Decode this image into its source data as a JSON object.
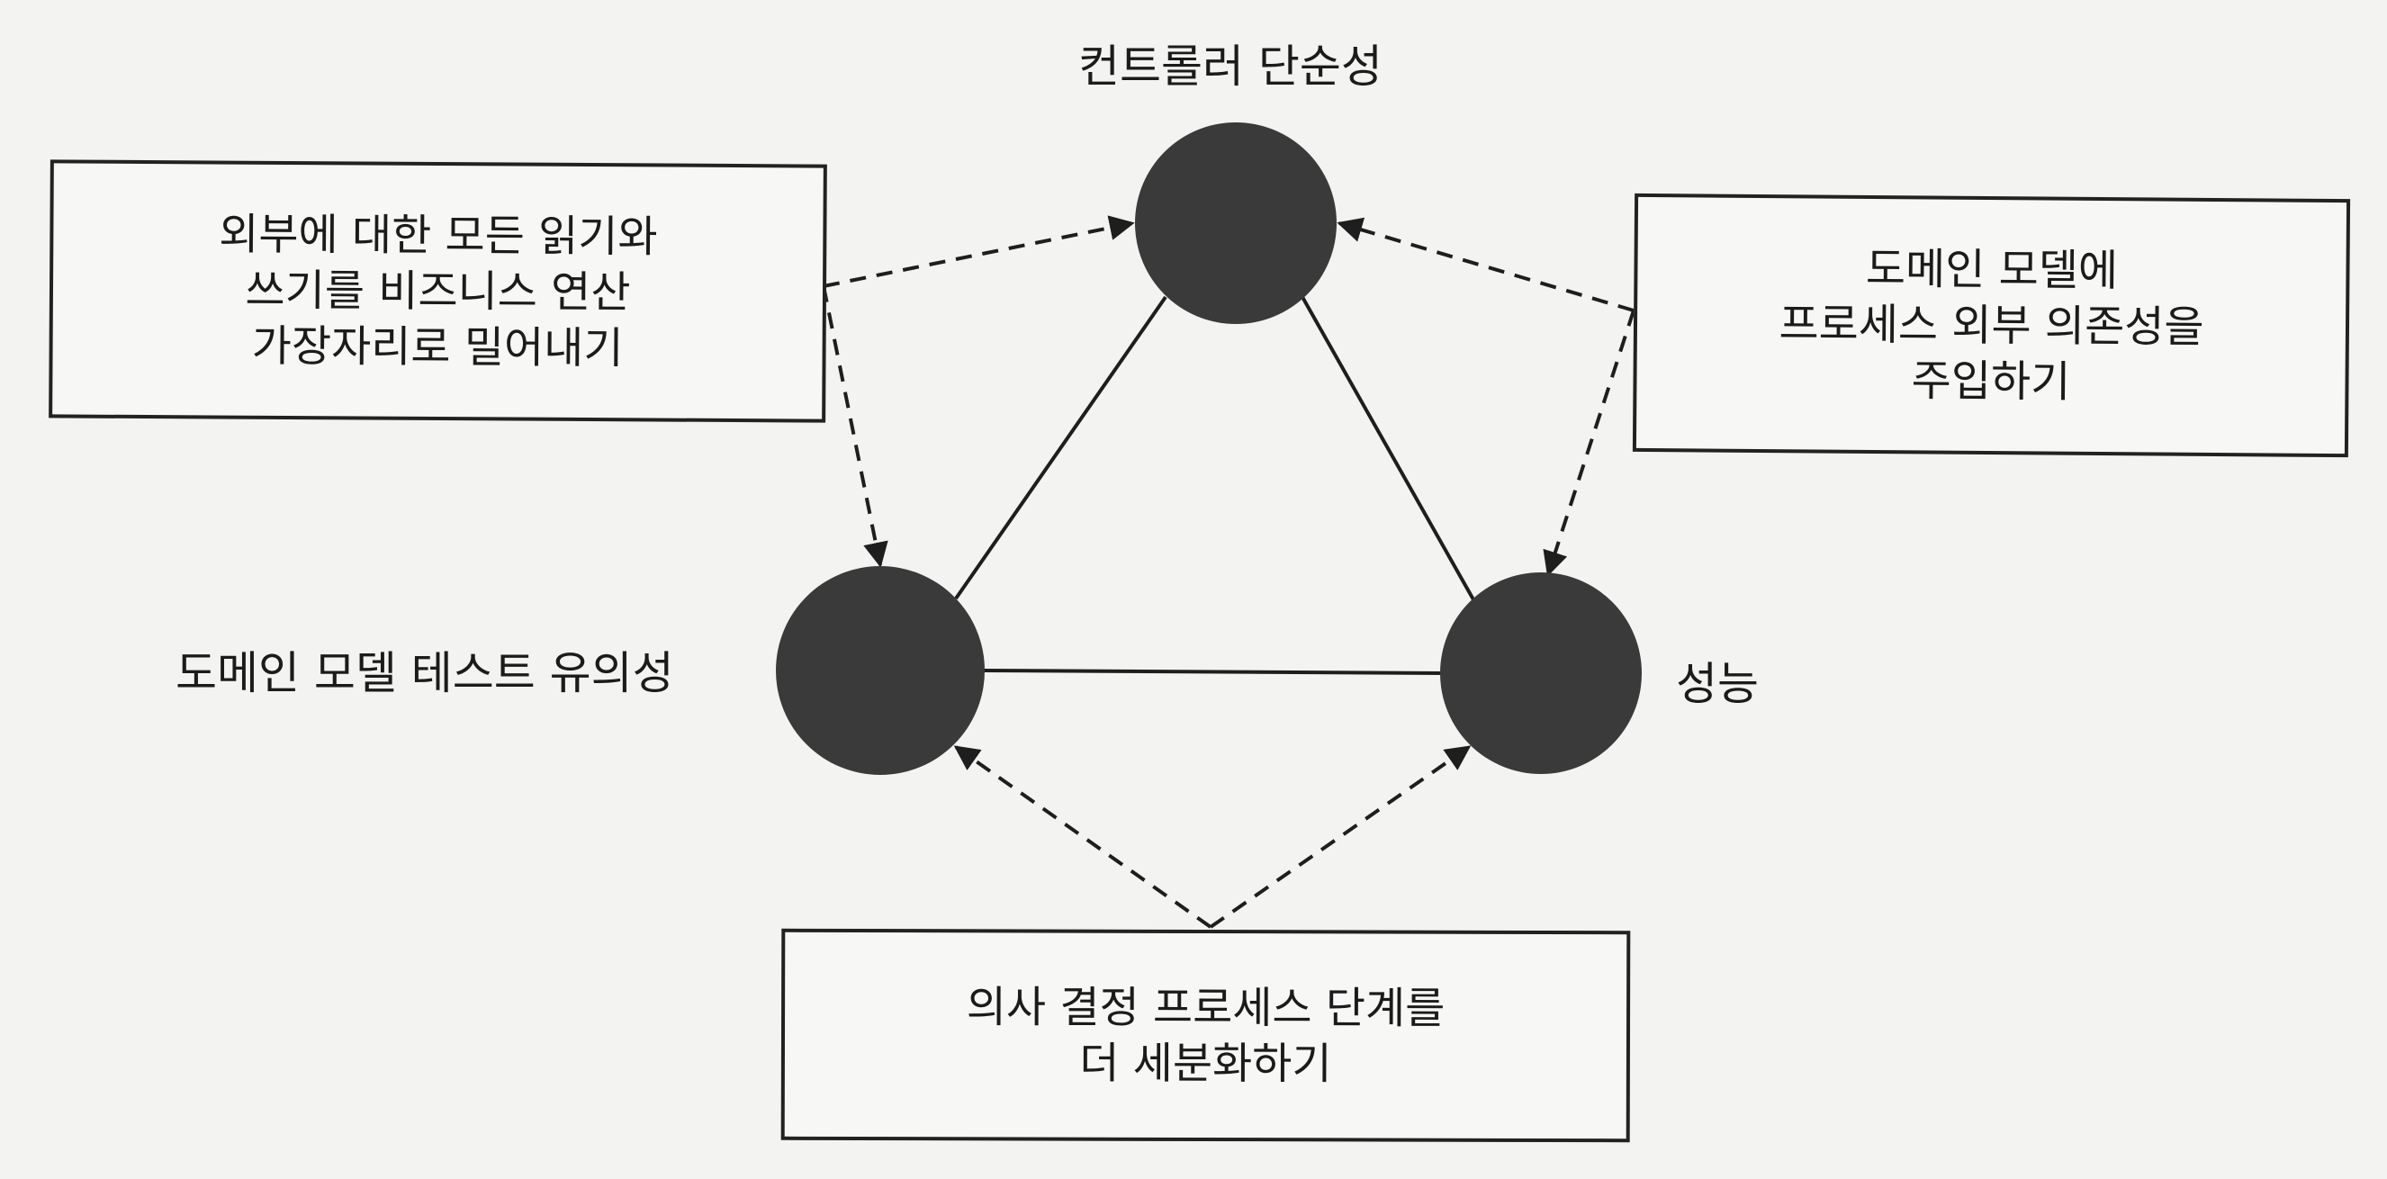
{
  "nodes": {
    "top": {
      "label": "컨트롤러 단순성"
    },
    "left": {
      "label": "도메인 모델 테스트 유의성"
    },
    "right": {
      "label": "성능"
    }
  },
  "boxes": {
    "top_left": {
      "lines": [
        "외부에 대한 모든 읽기와",
        "쓰기를 비즈니스 연산",
        "가장자리로 밀어내기"
      ]
    },
    "top_right": {
      "lines": [
        "도메인 모델에",
        "프로세스 외부 의존성을",
        "주입하기"
      ]
    },
    "bottom": {
      "lines": [
        "의사 결정 프로세스 단계를",
        "더 세분화하기"
      ]
    }
  },
  "colors": {
    "node_fill": "#3a3a3a",
    "line": "#1e1e1e",
    "background": "#f3f3f1"
  }
}
